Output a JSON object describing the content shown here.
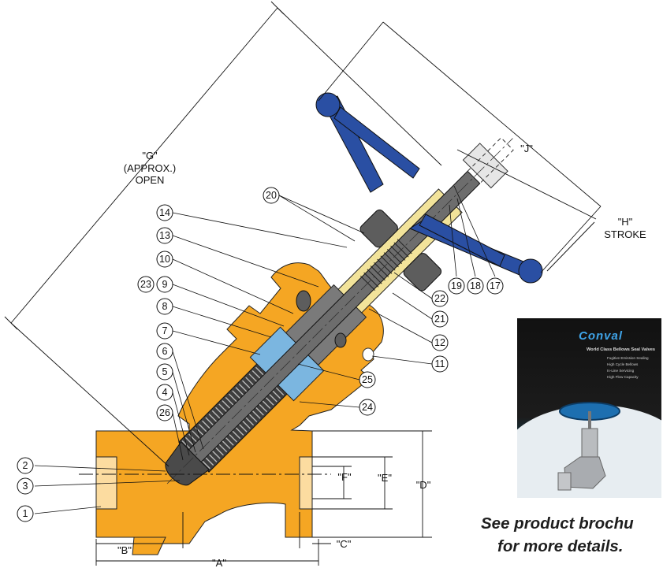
{
  "dimensions": {
    "G": "\"G\"",
    "G_note1": "(APPROX.)",
    "G_note2": "OPEN",
    "J": "\"J\"",
    "H": "\"H\"",
    "H_note": "STROKE",
    "A": "\"A\"",
    "B": "\"B\"",
    "C": "\"C\"",
    "D": "\"D\"",
    "E": "\"E\"",
    "F": "\"F\""
  },
  "callouts": [
    "1",
    "2",
    "3",
    "4",
    "5",
    "6",
    "7",
    "8",
    "9",
    "10",
    "11",
    "12",
    "13",
    "14",
    "17",
    "18",
    "19",
    "20",
    "21",
    "22",
    "23",
    "24",
    "25",
    "26"
  ],
  "brochure": {
    "logo": "Conval",
    "subtitle": "World Class Bellows Seal Valves",
    "bullets": [
      "Fugitive Emission Sealing",
      "High Cycle Bellows",
      "In-Line Servicing",
      "High Flow Capacity"
    ]
  },
  "cta": {
    "line1": "See product brochu",
    "line2": "for more details."
  },
  "colors": {
    "body": "#f5a623",
    "handwheel": "#2a4fa3",
    "steel": "#5d5d5d",
    "brass": "#f2e39a",
    "liner": "#7bb6e0"
  }
}
